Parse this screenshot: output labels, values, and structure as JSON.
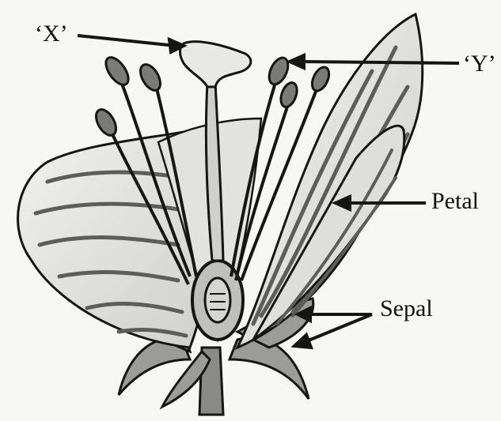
{
  "labels": {
    "x": "‘X’",
    "y": "‘Y’",
    "petal": "Petal",
    "sepal": "Sepal"
  },
  "colors": {
    "ink": "#151515",
    "petal_fill": "#e9e9e7",
    "shade": "#6f6f6f",
    "background": "#f7f7f5"
  }
}
